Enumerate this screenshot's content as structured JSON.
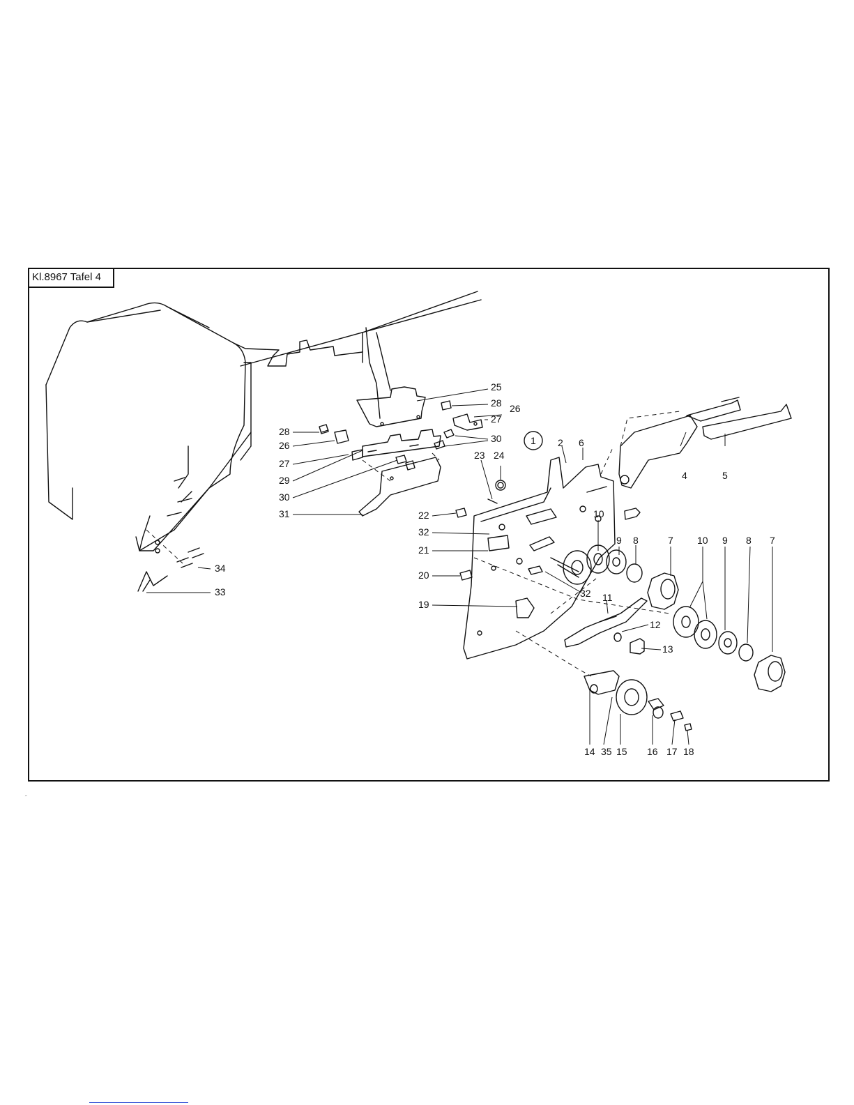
{
  "sheet": {
    "reference": "Kl.8967  Tafel 4",
    "corner_mark": "˜"
  },
  "callouts": {
    "group": "1",
    "labels": [
      "25",
      "28",
      "26",
      "27",
      "28",
      "26",
      "30",
      "27",
      "29",
      "30",
      "31",
      "23",
      "24",
      "22",
      "32",
      "21",
      "20",
      "19",
      "32",
      "2",
      "6",
      "4",
      "5",
      "10",
      "9",
      "8",
      "7",
      "10",
      "9",
      "8",
      "7",
      "11",
      "12",
      "13",
      "14",
      "35",
      "15",
      "16",
      "17",
      "18",
      "34",
      "33"
    ]
  }
}
